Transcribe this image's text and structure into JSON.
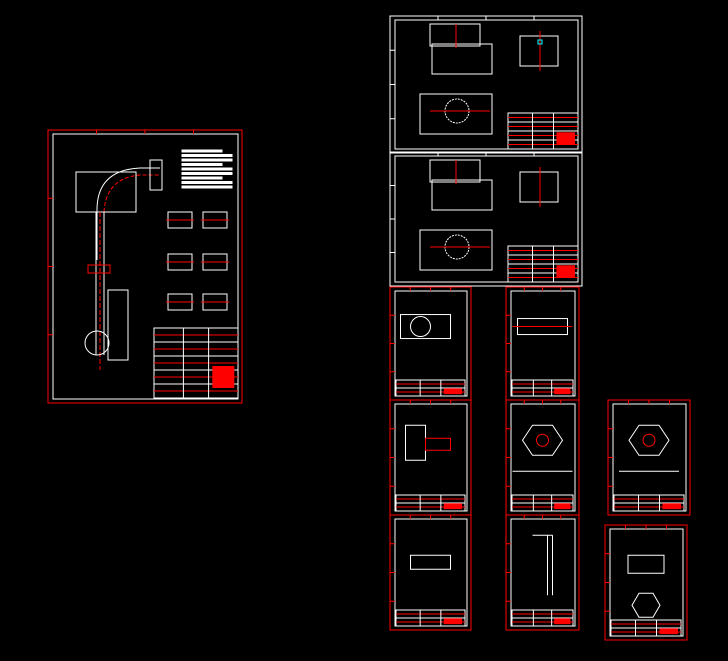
{
  "viewport": {
    "background_color": "#000000",
    "frame_color": "#ffffff",
    "border_color": "#ff0000",
    "highlight_color": "#00ffff"
  },
  "sheets": [
    {
      "id": "assembly-sheet",
      "kind": "assembly"
    },
    {
      "id": "part-sheet-a1",
      "kind": "part-large"
    },
    {
      "id": "part-sheet-a2",
      "kind": "part-large"
    },
    {
      "id": "detail-sheet-1",
      "kind": "detail"
    },
    {
      "id": "detail-sheet-2",
      "kind": "detail"
    },
    {
      "id": "detail-sheet-3",
      "kind": "detail"
    },
    {
      "id": "detail-sheet-4",
      "kind": "detail"
    },
    {
      "id": "detail-sheet-5",
      "kind": "detail"
    },
    {
      "id": "detail-sheet-6",
      "kind": "detail"
    },
    {
      "id": "detail-sheet-7",
      "kind": "detail"
    },
    {
      "id": "detail-sheet-8",
      "kind": "detail"
    }
  ]
}
